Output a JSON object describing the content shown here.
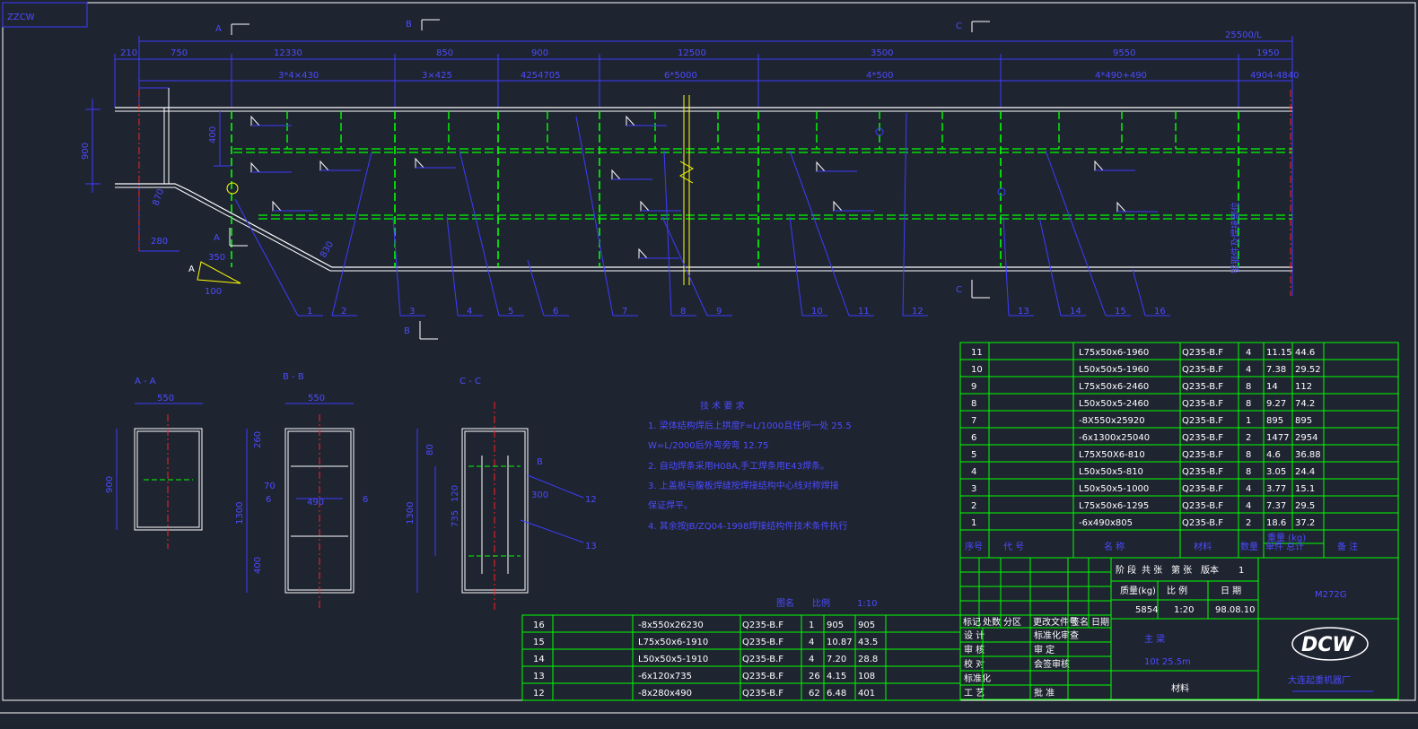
{
  "drawing": {
    "corner_label": "ZZCW",
    "drawing_number": "M272G",
    "company": "大连起重机器厂",
    "logo": "DCW"
  },
  "section_marks": [
    "A",
    "B",
    "C"
  ],
  "section_titles": [
    "A - A",
    "B - B",
    "C - C"
  ],
  "top_dimensions": {
    "overall": "25500/L",
    "row1": [
      "210",
      "750",
      "12330",
      "850",
      "900",
      "12500",
      "3500",
      "9550",
      "1950"
    ],
    "row2": [
      "3*4×430",
      "3×425",
      "4254705",
      "6*5000",
      "4*500",
      "4*490+490",
      "4904-4840"
    ]
  },
  "balloons": [
    "1",
    "2",
    "3",
    "4",
    "5",
    "6",
    "7",
    "8",
    "9",
    "10",
    "11",
    "12",
    "13",
    "14",
    "15",
    "16"
  ],
  "side_label": "锻钢件及焊接部位",
  "tech_requirements": {
    "title": "技 术 要 求",
    "items": [
      "1. 梁体结构焊后上拱度F=L/1000且任何一处 25.5",
      "   W=L/2000后外弯旁弯 12.75",
      "2. 自动焊条采用H08A,手工焊条用E43焊条。",
      "3. 上盖板与腹板焊缝按焊接结构中心线对称焊接",
      "   保证焊平。",
      "4. 其余按JB/ZQ04-1998焊接结构件技术条件执行"
    ]
  },
  "parts_top": {
    "rows": [
      [
        "11",
        "",
        "L75x50x6-1960",
        "Q235-B.F",
        "4",
        "11.15",
        "44.6"
      ],
      [
        "10",
        "",
        "L50x50x5-1960",
        "Q235-B.F",
        "4",
        "7.38",
        "29.52"
      ],
      [
        "9",
        "",
        "L75x50x6-2460",
        "Q235-B.F",
        "8",
        "14",
        "112"
      ],
      [
        "8",
        "",
        "L50x50x5-2460",
        "Q235-B.F",
        "8",
        "9.27",
        "74.2"
      ],
      [
        "7",
        "",
        "-8X550x25920",
        "Q235-B.F",
        "1",
        "895",
        "895"
      ],
      [
        "6",
        "",
        "-6x1300x25040",
        "Q235-B.F",
        "2",
        "1477",
        "2954"
      ],
      [
        "5",
        "",
        "L75X50X6-810",
        "Q235-B.F",
        "8",
        "4.6",
        "36.88"
      ],
      [
        "4",
        "",
        "L50x50x5-810",
        "Q235-B.F",
        "8",
        "3.05",
        "24.4"
      ],
      [
        "3",
        "",
        "L50x50x5-1000",
        "Q235-B.F",
        "4",
        "3.77",
        "15.1"
      ],
      [
        "2",
        "",
        "L75x50x6-1295",
        "Q235-B.F",
        "4",
        "7.37",
        "29.5"
      ],
      [
        "1",
        "",
        "-6x490x805",
        "Q235-B.F",
        "2",
        "18.6",
        "37.2"
      ]
    ],
    "header": [
      "序号",
      "代 号",
      "名 称",
      "材料",
      "数量",
      "单件 总计",
      "备 注"
    ],
    "header_sub": "重量 (kg)"
  },
  "parts_bottom": {
    "caption": [
      "图名",
      "比例",
      "1:10"
    ],
    "rows": [
      [
        "16",
        "",
        "-8x550x26230",
        "Q235-B.F",
        "1",
        "905",
        "905"
      ],
      [
        "15",
        "",
        "L75x50x6-1910",
        "Q235-B.F",
        "4",
        "10.87",
        "43.5"
      ],
      [
        "14",
        "",
        "L50x50x5-1910",
        "Q235-B.F",
        "4",
        "7.20",
        "28.8"
      ],
      [
        "13",
        "",
        "-6x120x735",
        "Q235-B.F",
        "26",
        "4.15",
        "108"
      ],
      [
        "12",
        "",
        "-8x280x490",
        "Q235-B.F",
        "62",
        "6.48",
        "401"
      ]
    ]
  },
  "title_block": {
    "stage_row": [
      "阶 段",
      "共 张",
      "第 张",
      "版本",
      "1"
    ],
    "weight_label": "质量(kg)",
    "scale_label": "比 例",
    "date_label": "日 期",
    "weight": "5854",
    "scale": "1:20",
    "date": "98.08.10",
    "name": "主 梁",
    "subname": "10t 25.5m",
    "material_label": "材料",
    "signatures": [
      "设 计",
      "审 核",
      "校 对",
      "标准化",
      "工 艺"
    ],
    "sign_right": [
      "标准化审查",
      "审 定",
      "会签审核",
      "",
      "批 准"
    ],
    "rev_header": [
      "标记",
      "处数",
      "分区",
      "更改文件号",
      "签名",
      "日期"
    ]
  }
}
